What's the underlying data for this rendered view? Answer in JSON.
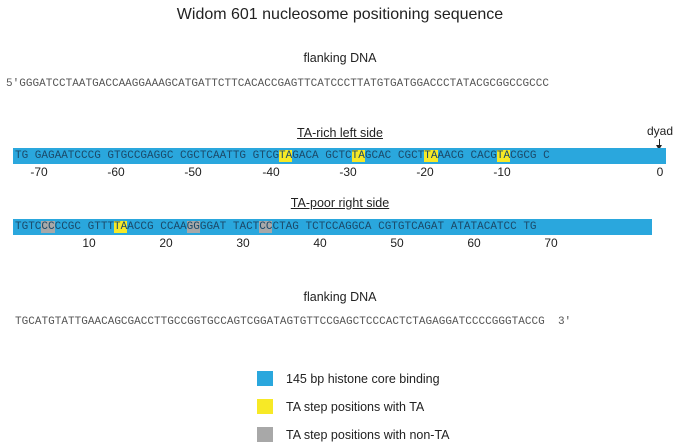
{
  "title": "Widom 601 nucleosome positioning sequence",
  "flank_top": {
    "label": "flanking DNA",
    "prime": "5′",
    "sequence": "GGGATCCTAATGACCAAGGAAAGCATGATTCTTCACACCGAGTTCATCCCTTATGTGATGGACCCTATACGCGGCCGCCC"
  },
  "left_side": {
    "label": "TA-rich left side",
    "dyad_label": "dyad",
    "segments": [
      {
        "t": "TG GAGAATCCCG GTGCCGAGGC CGCTCAATTG GTCG",
        "c": "n"
      },
      {
        "t": "TA",
        "c": "y"
      },
      {
        "t": "GACA GCTC",
        "c": "n"
      },
      {
        "t": "TA",
        "c": "y"
      },
      {
        "t": "GCAC CGCT",
        "c": "n"
      },
      {
        "t": "TA",
        "c": "y"
      },
      {
        "t": "AACG CACG",
        "c": "n"
      },
      {
        "t": "TA",
        "c": "y"
      },
      {
        "t": "CGCG C",
        "c": "n"
      }
    ],
    "ticks": [
      "-70",
      "-60",
      "-50",
      "-40",
      "-30",
      "-20",
      "-10",
      "0"
    ]
  },
  "right_side": {
    "label": "TA-poor right side",
    "segments": [
      {
        "t": "TGTC",
        "c": "n"
      },
      {
        "t": "CC",
        "c": "g"
      },
      {
        "t": "CCGC GTTT",
        "c": "n"
      },
      {
        "t": "TA",
        "c": "y"
      },
      {
        "t": "ACCG CCAA",
        "c": "n"
      },
      {
        "t": "GG",
        "c": "g"
      },
      {
        "t": "GGAT TACT",
        "c": "n"
      },
      {
        "t": "CC",
        "c": "g"
      },
      {
        "t": "CTAG TCTCCAGGCA CGTGTCAGAT ATATACATCC TG",
        "c": "n"
      }
    ],
    "ticks": [
      "10",
      "20",
      "30",
      "40",
      "50",
      "60",
      "70"
    ]
  },
  "flank_bottom": {
    "label": "flanking DNA",
    "prime": "3′",
    "sequence": "TGCATGTATTGAACAGCGACCTTGCCGGTGCCAGTCGGATAGTGTTCCGAGCTCCCACTCTAGAGGATCCCCGGGTACCG"
  },
  "legend": [
    {
      "label": "145 bp histone core binding",
      "color": "#2aa7dd"
    },
    {
      "label": "TA step positions with TA",
      "color": "#f7e926"
    },
    {
      "label": "TA step positions with non-TA",
      "color": "#a8a8a8"
    }
  ]
}
